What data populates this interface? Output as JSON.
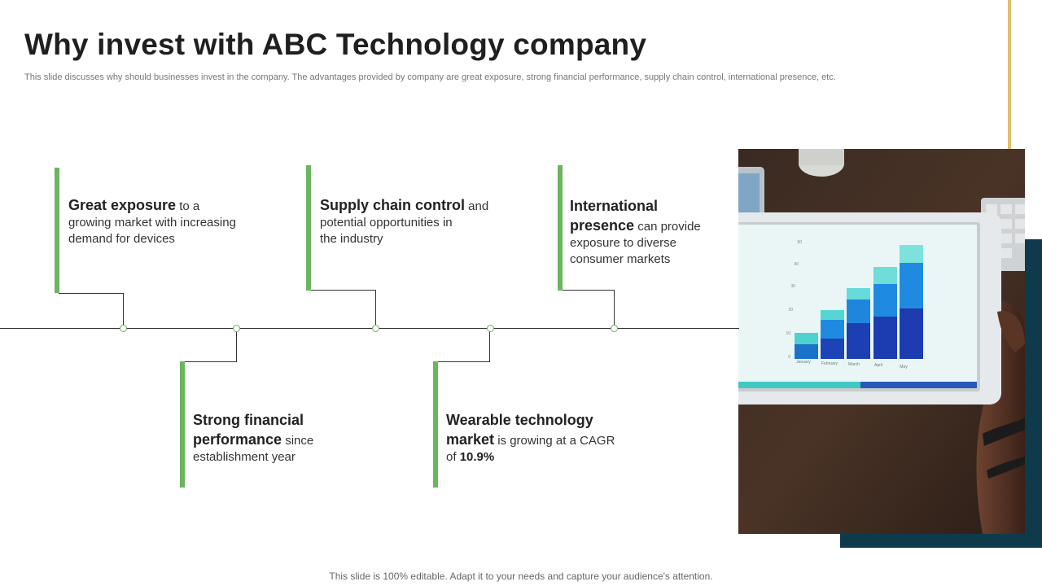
{
  "slide": {
    "title": "Why invest with ABC Technology company",
    "subtitle": "This slide discusses why should businesses invest in the company. The advantages provided by company are great exposure, strong financial performance, supply chain control, international presence, etc.",
    "footer": "This slide is 100% editable. Adapt it to your needs and capture your audience's attention."
  },
  "points": [
    {
      "bold": "Great exposure",
      "rest1": " to a",
      "rest2": "growing market with increasing",
      "rest3": "demand for devices"
    },
    {
      "bold": "Strong financial",
      "bold2": "performance",
      "rest1": " since",
      "rest2": "establishment year"
    },
    {
      "bold": "Supply chain control",
      "rest1": " and",
      "rest2": "potential opportunities in",
      "rest3": "the industry"
    },
    {
      "bold": "Wearable technology",
      "bold2": "market",
      "rest1": " is growing at a CAGR",
      "rest2": "of ",
      "value": "10.9%"
    },
    {
      "bold": "International",
      "bold2": "presence",
      "rest1": " can provide",
      "rest2": "exposure to diverse",
      "rest3": "consumer markets"
    }
  ],
  "tablet_chart": {
    "categories": [
      "January",
      "February",
      "March",
      "April",
      "May"
    ],
    "ticks": [
      "0",
      "10",
      "20",
      "30",
      "40",
      "50"
    ]
  },
  "colors": {
    "accent_green": "#6ab55e",
    "gold": "#e2bf6a",
    "navy": "#0f3a4c"
  }
}
